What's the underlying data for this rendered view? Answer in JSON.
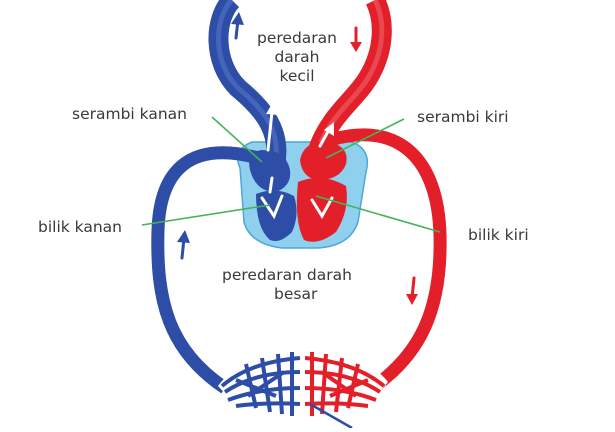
{
  "labels": {
    "pulmonary_line1": "peredaran",
    "pulmonary_line2": "darah",
    "pulmonary_line3": "kecil",
    "right_atrium": "serambi kanan",
    "left_atrium": "serambi kiri",
    "right_ventricle": "bilik kanan",
    "left_ventricle": "bilik kiri",
    "systemic_line1": "peredaran darah",
    "systemic_line2": "besar"
  },
  "colors": {
    "deoxygenated": "#2d4da6",
    "oxygenated": "#e3202a",
    "pericardium": "#8fd0ee",
    "leader_line": "#44b35a",
    "text": "#3a3a3a"
  }
}
